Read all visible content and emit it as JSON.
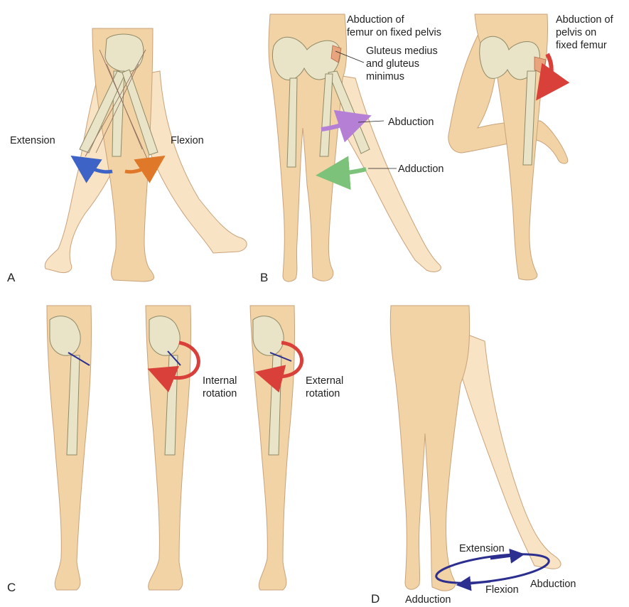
{
  "colors": {
    "skin": "#f2d3a6",
    "skin_light": "#f8e3c4",
    "skin_outline": "#c9a27a",
    "bone": "#e9e4c8",
    "bone_outline": "#8f8a66",
    "extension_arrow": "#3d63c7",
    "flexion_arrow": "#e0782a",
    "abduction_arrow": "#b57fd6",
    "adduction_arrow": "#7cc27a",
    "rotation_arrow": "#d9403a",
    "muscle": "#e8a47d",
    "circumduction_ellipse": "#2c2f8f"
  },
  "panels": {
    "a": {
      "letter": "A",
      "extension_label": "Extension",
      "flexion_label": "Flexion",
      "extension_arrow_icon": "curved-arrow-left",
      "flexion_arrow_icon": "curved-arrow-right"
    },
    "b": {
      "letter": "B",
      "abduction_femur_line1": "Abduction of",
      "abduction_femur_line2": "femur on fixed pelvis",
      "gluteus_line1": "Gluteus medius",
      "gluteus_line2": "and gluteus",
      "gluteus_line3": "minimus",
      "abduction_label": "Abduction",
      "adduction_label": "Adduction",
      "abduction_pelvis_line1": "Abduction of",
      "abduction_pelvis_line2": "pelvis on",
      "abduction_pelvis_line3": "fixed femur"
    },
    "c": {
      "letter": "C",
      "internal_line1": "Internal",
      "internal_line2": "rotation",
      "external_line1": "External",
      "external_line2": "rotation"
    },
    "d": {
      "letter": "D",
      "extension_label": "Extension",
      "flexion_label": "Flexion",
      "abduction_label": "Abduction",
      "adduction_label": "Adduction"
    }
  }
}
